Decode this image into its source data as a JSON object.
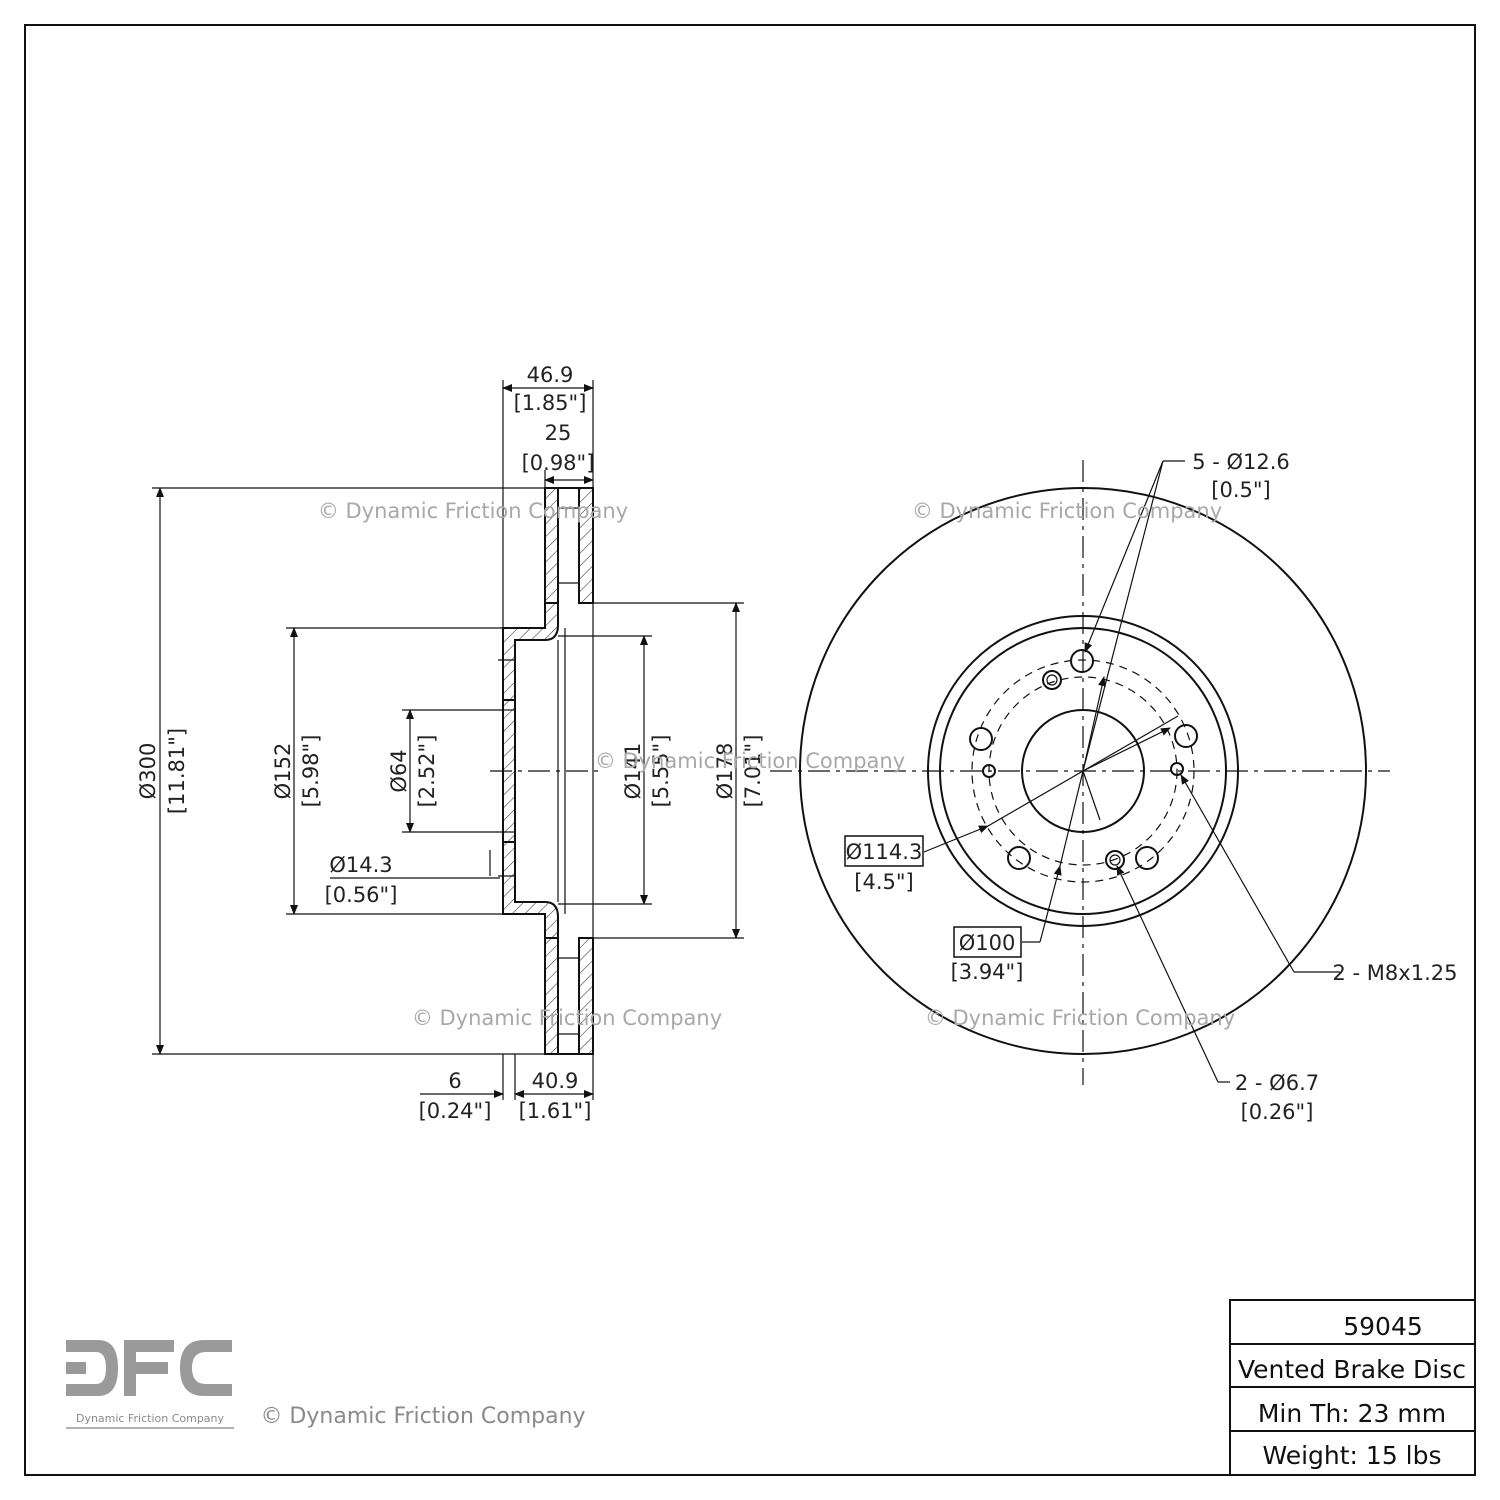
{
  "watermark": "© Dynamic Friction Company",
  "logo": {
    "letters": "DFC",
    "company": "Dynamic Friction Company"
  },
  "side_view": {
    "overall_width": {
      "mm": "46.9",
      "in": "[1.85\"]"
    },
    "rotor_thickness": {
      "mm": "25",
      "in": "[0.98\"]"
    },
    "outer_diameter": {
      "mm": "Ø300",
      "in": "[11.81\"]"
    },
    "hat_diameter": {
      "mm": "Ø152",
      "in": "[5.98\"]"
    },
    "center_bore": {
      "mm": "Ø64",
      "in": "[2.52\"]"
    },
    "inner_diameter": {
      "mm": "Ø141",
      "in": "[5.55\"]"
    },
    "friction_inner": {
      "mm": "Ø178",
      "in": "[7.01\"]"
    },
    "hole_diameter": {
      "mm": "Ø14.3",
      "in": "[0.56\"]"
    },
    "hat_thickness": {
      "mm": "6",
      "in": "[0.24\"]"
    },
    "offset": {
      "mm": "40.9",
      "in": "[1.61\"]"
    }
  },
  "front_view": {
    "lug_holes": {
      "mm": "5 - Ø12.6",
      "in": "[0.5\"]"
    },
    "bolt_circle_1": {
      "mm": "Ø114.3",
      "in": "[4.5\"]"
    },
    "bolt_circle_2": {
      "mm": "Ø100",
      "in": "[3.94\"]"
    },
    "threaded_holes": {
      "label": "2 - M8x1.25"
    },
    "small_holes": {
      "mm": "2 - Ø6.7",
      "in": "[0.26\"]"
    }
  },
  "title_block": {
    "part_number": "59045",
    "description": "Vented Brake Disc",
    "min_thickness": "Min Th: 23 mm",
    "weight": "Weight: 15 lbs"
  }
}
